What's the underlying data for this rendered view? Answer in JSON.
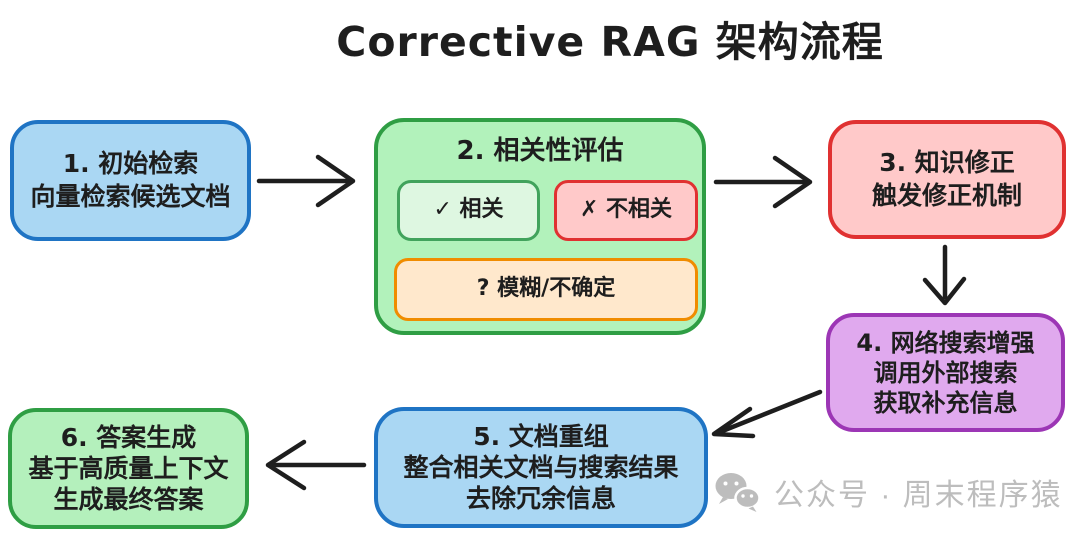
{
  "title": "Corrective RAG 架构流程",
  "steps": {
    "s1": {
      "heading": "1. 初始检索",
      "line1": "向量检索候选文档"
    },
    "s2": {
      "heading": "2. 相关性评估",
      "relevant": "✓ 相关",
      "irrelevant": "✗ 不相关",
      "ambiguous": "? 模糊/不确定"
    },
    "s3": {
      "heading": "3. 知识修正",
      "line1": "触发修正机制"
    },
    "s4": {
      "heading": "4. 网络搜索增强",
      "line1": "调用外部搜索",
      "line2": "获取补充信息"
    },
    "s5": {
      "heading": "5. 文档重组",
      "line1": "整合相关文档与搜索结果",
      "line2": "去除冗余信息"
    },
    "s6": {
      "heading": "6. 答案生成",
      "line1": "基于高质量上下文",
      "line2": "生成最终答案"
    }
  },
  "watermark": {
    "icon": "wechat-icon",
    "label": "公众号 · 周末程序猿"
  },
  "colors": {
    "ink": "#1e1e1e",
    "blue_fill": "#aad7f3",
    "blue_stroke": "#1f74c4",
    "green_fill": "#b2f2bb",
    "green_stroke": "#2f9e44",
    "light_green_fill": "#def7e1",
    "light_green_stroke": "#41a35c",
    "red_fill": "#ffc9c9",
    "red_stroke": "#e03131",
    "orange_fill": "#ffe8cc",
    "orange_stroke": "#f08c00",
    "purple_fill": "#e0a9ee",
    "purple_stroke": "#9c36b5",
    "watermark_gray": "#bdbdbd"
  }
}
